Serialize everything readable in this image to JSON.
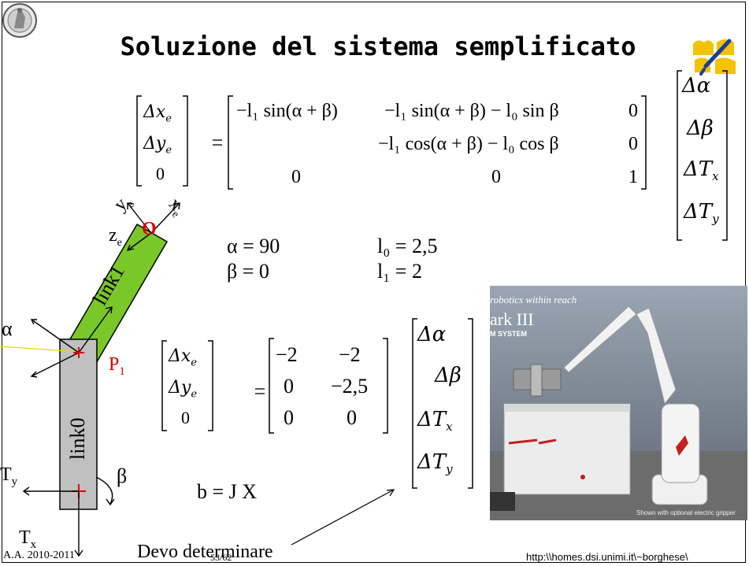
{
  "title": "Soluzione del sistema semplificato",
  "logos": {
    "left": "university-seal",
    "right": "aislab-logo"
  },
  "matrix1": {
    "lhs": [
      "Δx_e",
      "Δy_e",
      "0"
    ],
    "rows": [
      [
        "−l₁ sin(α + β)",
        "−l₁ sin(α + β) − l₀ sin β",
        "0"
      ],
      [
        "",
        "−l₁ cos(α + β) − l₀ cos β",
        "0"
      ],
      [
        "0",
        "0",
        "1"
      ]
    ],
    "rhs": [
      "Δα",
      "Δβ",
      "ΔT_x",
      "ΔT_y"
    ]
  },
  "params": {
    "alpha": "α = 90",
    "beta": "β = 0",
    "l0": "l₀ = 2,5",
    "l1": "l₁ = 2"
  },
  "matrix2": {
    "lhs": [
      "Δx_e",
      "Δy_e",
      "0"
    ],
    "rows": [
      [
        "−2",
        "−2"
      ],
      [
        "0",
        "−2,5"
      ],
      [
        "0",
        "0"
      ]
    ],
    "rhs": [
      "Δα",
      "Δβ",
      "ΔT_x",
      "ΔT_y"
    ]
  },
  "diagram": {
    "link1": "link1",
    "link0": "link0",
    "origin": "O",
    "xe": "x",
    "ye": "y",
    "ze": "z",
    "sub_e": "e",
    "alpha": "α",
    "beta": "β",
    "p1": "P",
    "p1_sub": "1",
    "ty": "T",
    "ty_sub": "y",
    "tx": "T",
    "tx_sub": "x"
  },
  "equation": "b = J X",
  "photo": {
    "tagline": "robotics within reach",
    "model": "ark III",
    "system": "M SYSTEM",
    "caption": "Shown with optional electric gripper"
  },
  "footer": {
    "year": "A.A. 2010-2011",
    "note": "Devo determinare",
    "page": "53/62",
    "url": "http:\\\\homes.dsi.unimi.it\\~borghese\\"
  },
  "colors": {
    "link1": "#7ac72a",
    "link0": "#c0c0c0",
    "accent_red": "#e00000"
  }
}
